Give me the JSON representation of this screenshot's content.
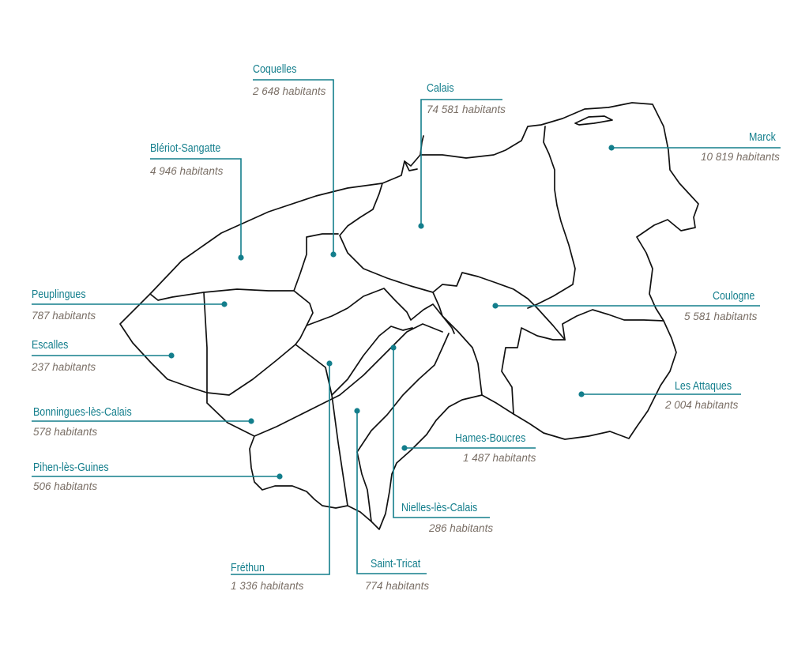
{
  "colors": {
    "accent": "#137e8c",
    "population_text": "#7a6f66",
    "border": "#111111"
  },
  "communes": [
    {
      "id": "coquelles",
      "name": "Coquelles",
      "population": "2 648 habitants"
    },
    {
      "id": "calais",
      "name": "Calais",
      "population": "74 581 habitants"
    },
    {
      "id": "bleriot",
      "name": "Blériot-Sangatte",
      "population": "4 946 habitants"
    },
    {
      "id": "marck",
      "name": "Marck",
      "population": "10 819 habitants"
    },
    {
      "id": "peuplingues",
      "name": "Peuplingues",
      "population": "787 habitants"
    },
    {
      "id": "coulogne",
      "name": "Coulogne",
      "population": "5 581 habitants"
    },
    {
      "id": "escalles",
      "name": "Escalles",
      "population": "237 habitants"
    },
    {
      "id": "attaques",
      "name": "Les Attaques",
      "population": "2 004 habitants"
    },
    {
      "id": "bonningues",
      "name": "Bonningues-lès-Calais",
      "population": "578 habitants"
    },
    {
      "id": "hames",
      "name": "Hames-Boucres",
      "population": "1 487 habitants"
    },
    {
      "id": "pihen",
      "name": "Pihen-lès-Guines",
      "population": "506 habitants"
    },
    {
      "id": "nielles",
      "name": "Nielles-lès-Calais",
      "population": "286 habitants"
    },
    {
      "id": "frethun",
      "name": "Fréthun",
      "population": "1 336 habitants"
    },
    {
      "id": "tricat",
      "name": "Saint-Tricat",
      "population": "774 habitants"
    }
  ]
}
